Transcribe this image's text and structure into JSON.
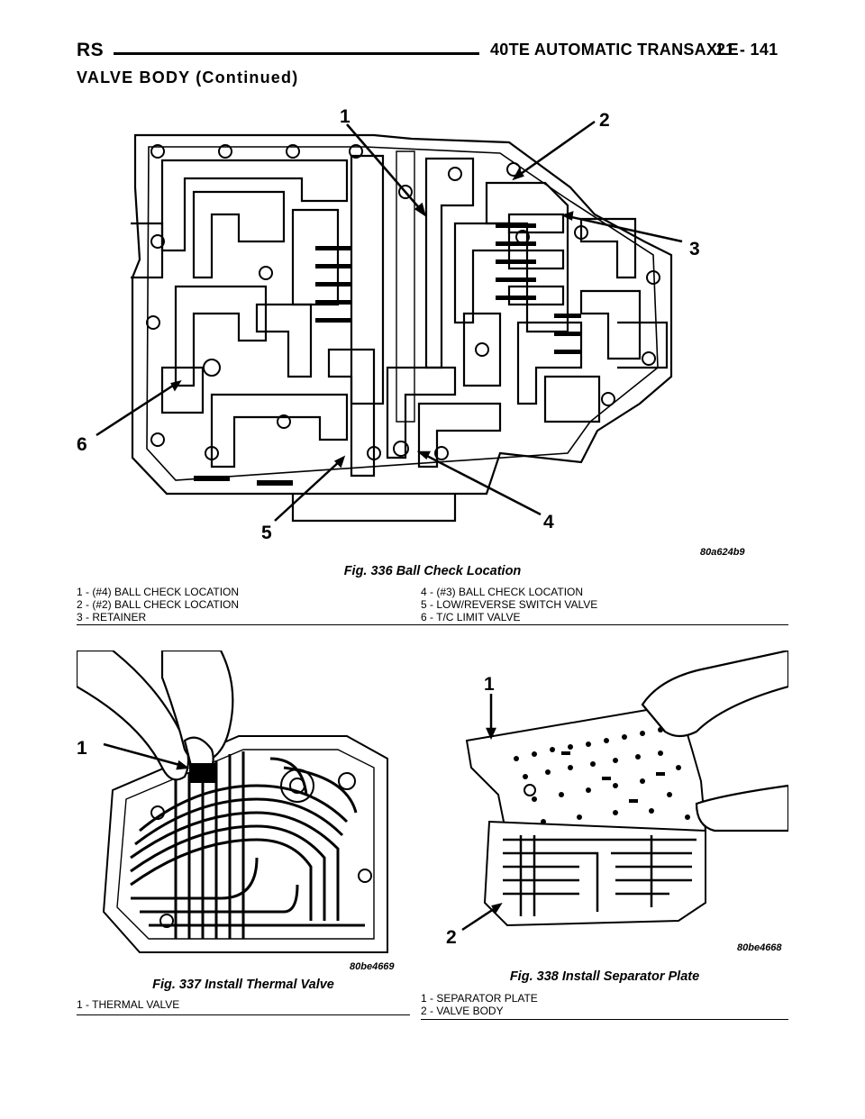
{
  "header": {
    "code": "RS",
    "title": "40TE AUTOMATIC TRANSAXLE",
    "page": "21 - 141"
  },
  "section_title": "VALVE BODY (Continued)",
  "figures": [
    {
      "code": "80a624b9",
      "caption": "Fig. 336 Ball Check Location",
      "callouts": [
        "1",
        "2",
        "3",
        "4",
        "5",
        "6"
      ],
      "legend_left": [
        "1 - (#4) BALL CHECK LOCATION",
        "2 - (#2) BALL CHECK LOCATION",
        "3 - RETAINER"
      ],
      "legend_right": [
        "4 - (#3) BALL CHECK LOCATION",
        "5 - LOW/REVERSE SWITCH VALVE",
        "6 - T/C LIMIT VALVE"
      ]
    },
    {
      "code": "80be4669",
      "caption": "Fig. 337 Install Thermal Valve",
      "callouts": [
        "1"
      ],
      "legend": [
        "1 - THERMAL VALVE"
      ]
    },
    {
      "code": "80be4668",
      "caption": "Fig. 338 Install Separator Plate",
      "callouts": [
        "1",
        "2"
      ],
      "legend": [
        "1 - SEPARATOR PLATE",
        "2 - VALVE BODY"
      ]
    }
  ]
}
